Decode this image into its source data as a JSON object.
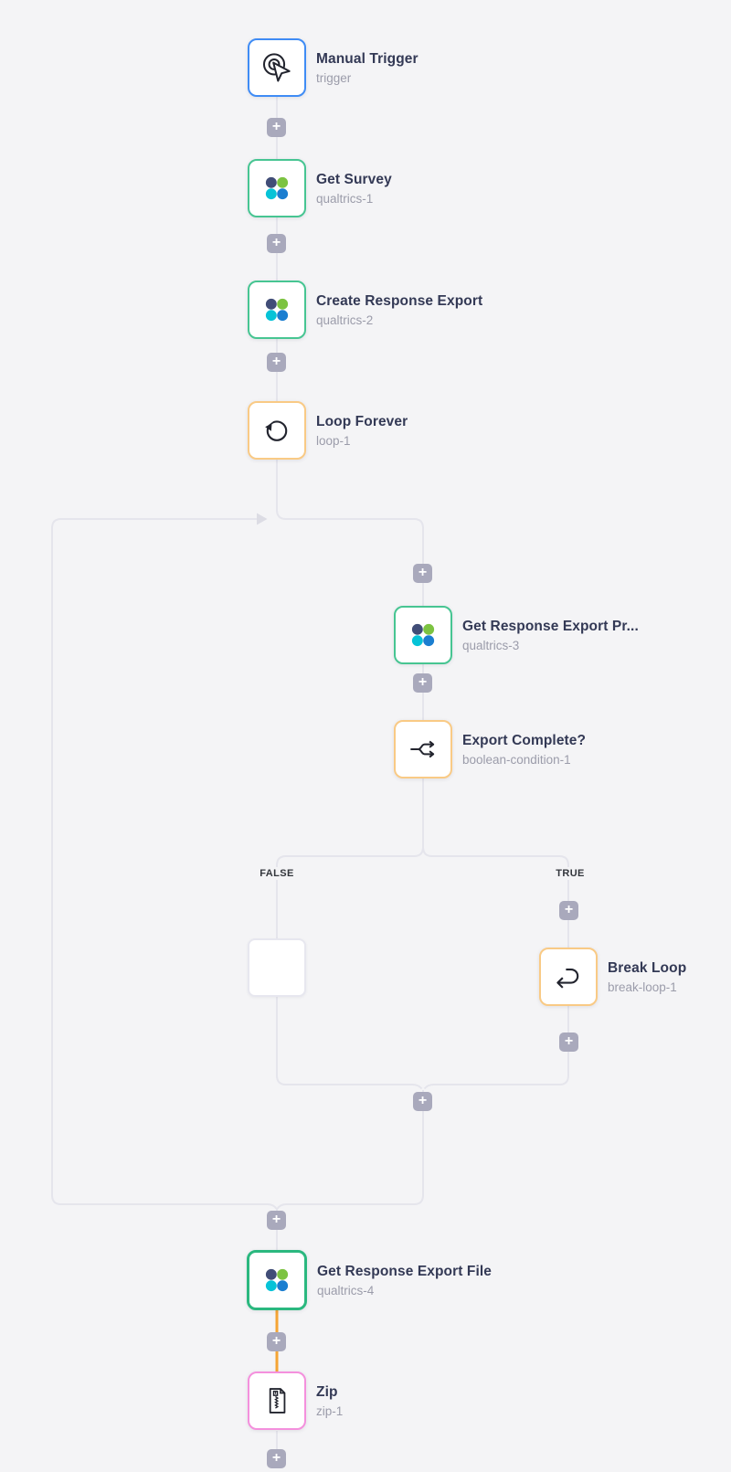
{
  "workflow": {
    "nodes": {
      "manual_trigger": {
        "title": "Manual Trigger",
        "subtitle": "trigger",
        "icon": "cursor-click-icon",
        "border_color": "#3f8cf5"
      },
      "get_survey": {
        "title": "Get Survey",
        "subtitle": "qualtrics-1",
        "icon": "qualtrics-dots-icon",
        "border_color": "#47c592"
      },
      "create_response_export": {
        "title": "Create Response Export",
        "subtitle": "qualtrics-2",
        "icon": "qualtrics-dots-icon",
        "border_color": "#47c592"
      },
      "loop_forever": {
        "title": "Loop Forever",
        "subtitle": "loop-1",
        "icon": "loop-arrow-icon",
        "border_color": "#f9ca85"
      },
      "get_response_export_progress": {
        "title": "Get Response Export Pr...",
        "subtitle": "qualtrics-3",
        "icon": "qualtrics-dots-icon",
        "border_color": "#47c592"
      },
      "export_complete": {
        "title": "Export Complete?",
        "subtitle": "boolean-condition-1",
        "icon": "branch-fork-icon",
        "border_color": "#f9ca85"
      },
      "break_loop": {
        "title": "Break Loop",
        "subtitle": "break-loop-1",
        "icon": "return-arrow-icon",
        "border_color": "#f9ca85"
      },
      "get_response_export_file": {
        "title": "Get Response Export File",
        "subtitle": "qualtrics-4",
        "icon": "qualtrics-dots-icon",
        "border_color": "#2bb87f",
        "selected": true
      },
      "zip": {
        "title": "Zip",
        "subtitle": "zip-1",
        "icon": "zip-file-icon",
        "border_color": "#f490dd"
      }
    },
    "branch_labels": {
      "false_label": "FALSE",
      "true_label": "TRUE"
    },
    "plus_label": "+",
    "colors": {
      "canvas_bg": "#f4f4f6",
      "connector": "#e5e5ec",
      "connector_arrow": "#dcdce4",
      "connector_highlight": "#f5a434",
      "node_bg": "#ffffff",
      "node_border_trigger": "#3f8cf5",
      "node_border_qualtrics": "#47c592",
      "node_border_selected": "#2bb87f",
      "node_border_warning": "#f9ca85",
      "node_border_zip": "#f490dd",
      "node_border_empty": "#e7e7ef",
      "plus_bg": "#a9a9bc",
      "plus_fg": "#ffffff",
      "title_color": "#333955",
      "subtitle_color": "#9b9caa",
      "branch_label_color": "#33363c",
      "qualtrics_navy": "#414d77",
      "qualtrics_green": "#7cc341",
      "qualtrics_cyan": "#06c3d7",
      "qualtrics_blue": "#1b7ed0"
    }
  }
}
